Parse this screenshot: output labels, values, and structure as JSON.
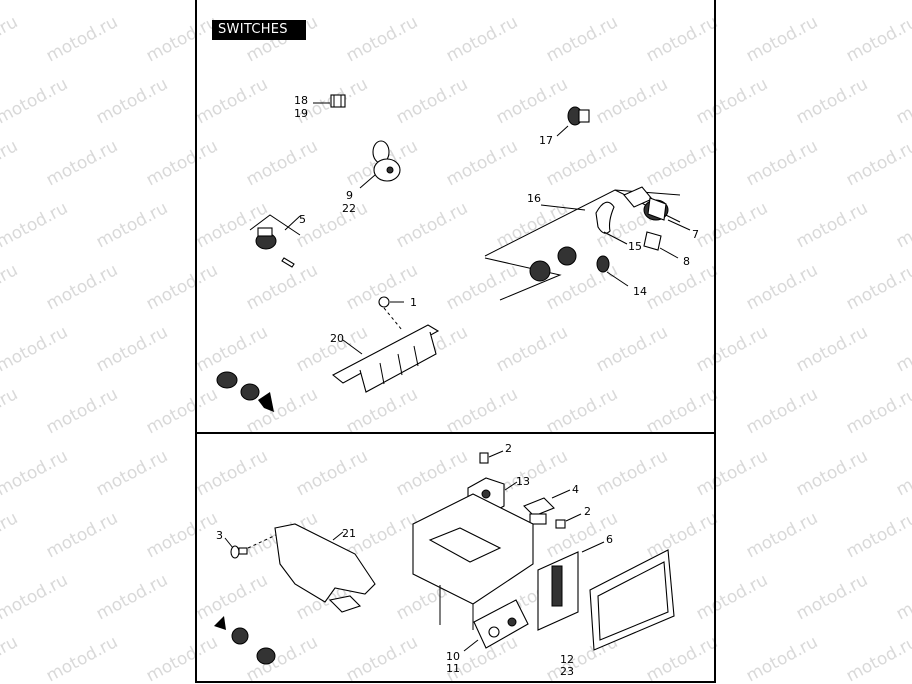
{
  "title": "SWITCHES",
  "watermark_text": "motod.ru",
  "callouts": {
    "c18": "18",
    "c19": "19",
    "c17": "17",
    "c9": "9",
    "c22": "22",
    "c16": "16",
    "c7": "7",
    "c5": "5",
    "c15": "15",
    "c8": "8",
    "c14": "14",
    "c1": "1",
    "c20": "20",
    "c2a": "2",
    "c13": "13",
    "c4": "4",
    "c2b": "2",
    "c6": "6",
    "c3": "3",
    "c21": "21",
    "c10": "10",
    "c11": "11",
    "c12": "12",
    "c23": "23"
  }
}
